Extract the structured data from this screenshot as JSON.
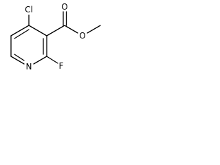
{
  "molecule": {
    "atoms": {
      "chlorine": "Cl",
      "carbonyl_oxygen": "O",
      "ester_oxygen": "O",
      "ring_nitrogen": "N",
      "fluorine": "F"
    }
  },
  "colors": {
    "bond": "#000000",
    "label": "#000000",
    "background": "#ffffff"
  }
}
